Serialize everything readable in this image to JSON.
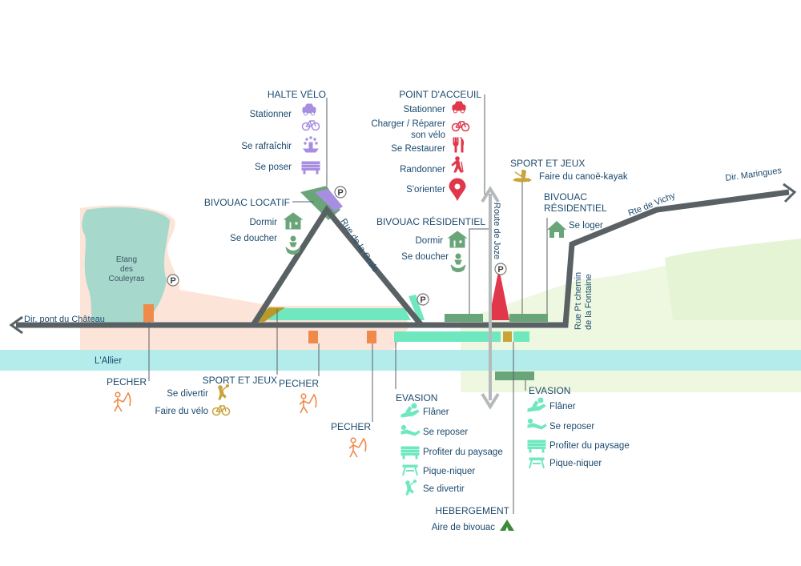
{
  "roads": {
    "left": "Dir. pont du Château",
    "right": "Dir. Maringues",
    "vichy": "Rte de Vichy",
    "fontaine_1": "Rue Pt chemin",
    "fontaine_2": "de la Fontaine",
    "grole": "Rue de la Grole",
    "joze": "Route de Joze"
  },
  "water": {
    "river": "L'Allier",
    "lake_1": "Etang",
    "lake_2": "des",
    "lake_3": "Couleyras"
  },
  "parking": "P",
  "halte_velo": {
    "title": "HALTE VÉLO",
    "items": [
      "Stationner",
      "Se rafraîchir",
      "Se poser"
    ]
  },
  "bivouac_locatif": {
    "title": "BIVOUAC LOCATIF",
    "items": [
      "Dormir",
      "Se doucher"
    ]
  },
  "point_accueil": {
    "title": "POINT D'ACCEUIL",
    "items": [
      "Stationner",
      "Charger  / Réparer",
      "son vélo",
      "Se Restaurer",
      "Randonner",
      "S'orienter"
    ]
  },
  "bivouac_residentiel_1": {
    "title": "BIVOUAC RÉSIDENTIEL",
    "items": [
      "Dormir",
      "Se doucher"
    ]
  },
  "sport_jeux_top": {
    "title": "SPORT ET JEUX",
    "items": [
      "Faire du canoë-kayak"
    ]
  },
  "bivouac_residentiel_2": {
    "title_1": "BIVOUAC",
    "title_2": "RÉSIDENTIEL",
    "items": [
      "Se loger"
    ]
  },
  "pecher_1": {
    "title": "PECHER"
  },
  "pecher_2": {
    "title": "PECHER"
  },
  "pecher_3": {
    "title": "PECHER"
  },
  "sport_jeux_bottom": {
    "title": "SPORT ET JEUX",
    "items": [
      "Se divertir",
      "Faire du vélo"
    ]
  },
  "evasion_1": {
    "title": "EVASION",
    "items": [
      "Flâner",
      "Se reposer",
      "Profiter du paysage",
      "Pique-niquer",
      "Se divertir"
    ]
  },
  "evasion_2": {
    "title": "EVASION",
    "items": [
      "Flâner",
      "Se reposer",
      "Profiter du paysage",
      "Pique-niquer"
    ]
  },
  "hebergement": {
    "title": "HEBERGEMENT",
    "items": [
      "Aire de bivouac"
    ]
  },
  "colors": {
    "road": "#5a6164",
    "river": "#b4ecec",
    "mint": "#6fe8bf",
    "green": "#6aa57a",
    "purple": "#a88ee0",
    "red": "#e0384a",
    "orange": "#f08a4b",
    "olive": "#b89a2a",
    "lake": "#a6d8cc",
    "shore": "#fbe2d6",
    "text": "#1c4a6e"
  }
}
